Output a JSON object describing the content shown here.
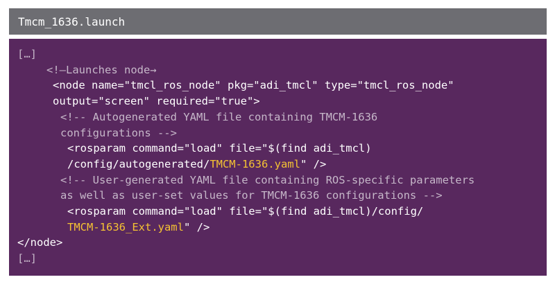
{
  "window": {
    "title": "Tmcm_1636.launch"
  },
  "colors": {
    "title_bar": "#6d6d72",
    "code_background": "#58285e",
    "text": "#ffffff",
    "comment": "#c6b7c9",
    "filename_highlight": "#f5c233"
  },
  "code": {
    "lines": [
      {
        "segments": [
          {
            "text": "[…]",
            "kind": "ellipsis"
          }
        ]
      },
      {
        "segments": [
          {
            "text": "<!—Launches node→",
            "kind": "comment"
          }
        ]
      },
      {
        "segments": [
          {
            "text": "<node name=\"tmcl_ros_node\" pkg=\"adi_tmcl\" type=\"tmcl_ros_node\"",
            "kind": "tag"
          }
        ]
      },
      {
        "segments": [
          {
            "text": "output=\"screen\" required=\"true\">",
            "kind": "tag"
          }
        ]
      },
      {
        "segments": [
          {
            "text": "<!-- Autogenerated YAML file containing TMCM-1636",
            "kind": "comment"
          }
        ]
      },
      {
        "segments": [
          {
            "text": "configurations -->",
            "kind": "comment"
          }
        ]
      },
      {
        "segments": [
          {
            "text": "<rosparam command=\"load\" file=\"$(find adi_tmcl)",
            "kind": "tag"
          }
        ]
      },
      {
        "segments": [
          {
            "text": "/config/autogenerated/",
            "kind": "tag"
          },
          {
            "text": "TMCM-1636.yaml",
            "kind": "file"
          },
          {
            "text": "\" />",
            "kind": "tag"
          }
        ]
      },
      {
        "segments": [
          {
            "text": "<!-- User-generated YAML file containing ROS-specific parameters",
            "kind": "comment"
          }
        ]
      },
      {
        "segments": [
          {
            "text": "as well as user-set values for TMCM-1636 configurations -->",
            "kind": "comment"
          }
        ]
      },
      {
        "segments": [
          {
            "text": "<rosparam command=\"load\" file=\"$(find adi_tmcl)/config/",
            "kind": "tag"
          }
        ]
      },
      {
        "segments": [
          {
            "text": "TMCM-1636_Ext.yaml",
            "kind": "file"
          },
          {
            "text": "\" />",
            "kind": "tag"
          }
        ]
      },
      {
        "segments": [
          {
            "text": "</node>",
            "kind": "tag"
          }
        ]
      },
      {
        "segments": [
          {
            "text": "[…]",
            "kind": "ellipsis"
          }
        ]
      }
    ]
  }
}
